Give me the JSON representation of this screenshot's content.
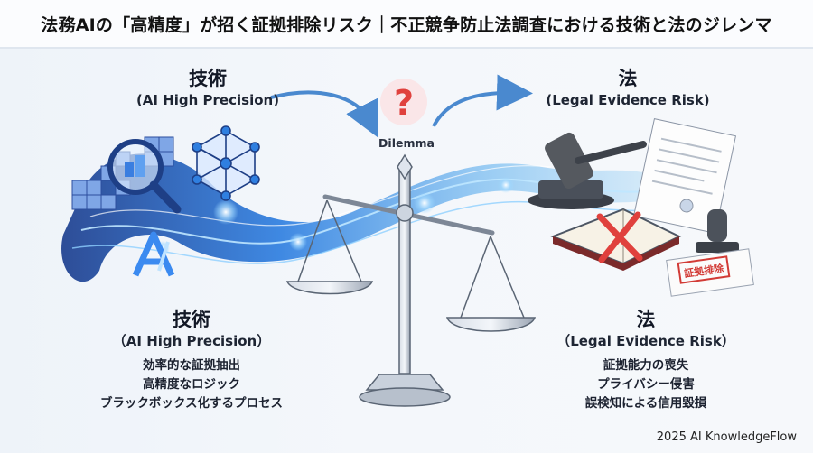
{
  "title": "法務AIの「高精度」が招く証拠排除リスク｜不正競争防止法調査における技術と法のジレンマ",
  "top_left": {
    "heading": "技術",
    "subtitle": "(AI High Precision)"
  },
  "top_right": {
    "heading": "法",
    "subtitle": "(Legal Evidence Risk)"
  },
  "center": {
    "label": "Dilemma",
    "question_mark": "?"
  },
  "bottom_left": {
    "heading": "技術",
    "subtitle": "（AI High Precision）",
    "items": [
      "効率的な証拠抽出",
      "高精度なロジック",
      "ブラックボックス化するプロセス"
    ]
  },
  "bottom_right": {
    "heading": "法",
    "subtitle": "（Legal Evidence Risk）",
    "items": [
      "証拠能力の喪失",
      "プライバシー侵害",
      "誤検知による信用毀損"
    ]
  },
  "stamp_text": "証拠排除",
  "footer": "2025 AI KnowledgeFlow",
  "colors": {
    "ai_blue": "#2f7fe0",
    "glow": "#7cc6ff",
    "warning_red": "#e0413d",
    "steel": "#9aa4b3"
  }
}
